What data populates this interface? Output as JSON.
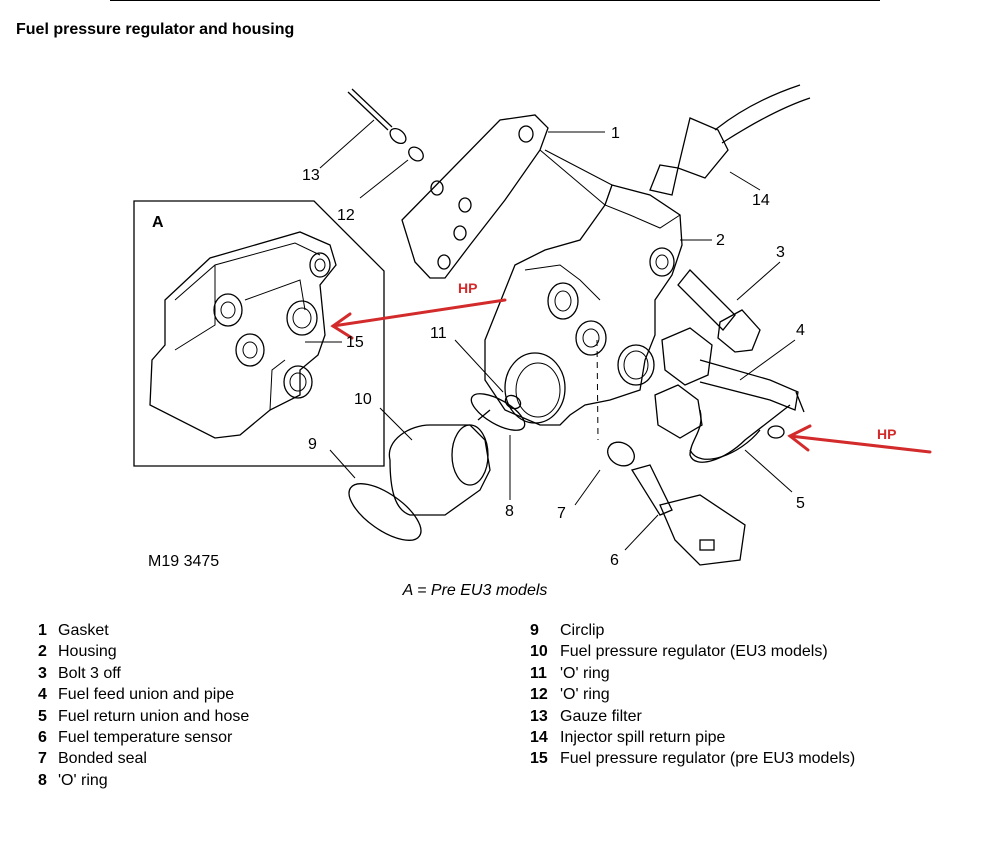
{
  "title": "Fuel pressure regulator and housing",
  "figure": {
    "ref_code": "M19 3475",
    "inset_label": "A",
    "caption": "A = Pre EU3 models",
    "hp_label": "HP",
    "callouts": [
      "1",
      "2",
      "3",
      "4",
      "5",
      "6",
      "7",
      "8",
      "9",
      "10",
      "11",
      "12",
      "13",
      "14",
      "15"
    ],
    "arrow_color": "#d32b2b"
  },
  "legend": [
    {
      "num": "1",
      "label": "Gasket"
    },
    {
      "num": "2",
      "label": "Housing"
    },
    {
      "num": "3",
      "label": "Bolt 3 off"
    },
    {
      "num": "4",
      "label": "Fuel feed union and pipe"
    },
    {
      "num": "5",
      "label": "Fuel return union and hose"
    },
    {
      "num": "6",
      "label": "Fuel temperature sensor"
    },
    {
      "num": "7",
      "label": "Bonded seal"
    },
    {
      "num": "8",
      "label": "'O' ring"
    },
    {
      "num": "9",
      "label": "Circlip"
    },
    {
      "num": "10",
      "label": "Fuel pressure regulator (EU3 models)"
    },
    {
      "num": "11",
      "label": "'O' ring"
    },
    {
      "num": "12",
      "label": "'O' ring"
    },
    {
      "num": "13",
      "label": "Gauze filter"
    },
    {
      "num": "14",
      "label": "Injector spill return pipe"
    },
    {
      "num": "15",
      "label": "Fuel pressure regulator (pre EU3 models)"
    }
  ]
}
